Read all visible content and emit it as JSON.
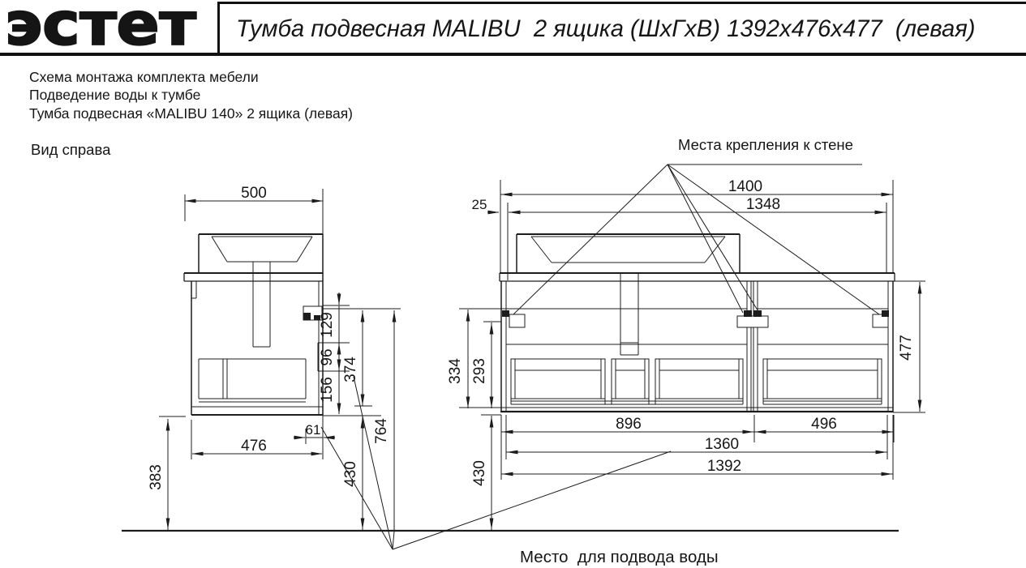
{
  "header": {
    "logo": "эстет",
    "title": "Тумба подвесная MALIBU  2 ящика (ШхГхВ) 1392х476х477  (левая)"
  },
  "notes": {
    "line1": "Схема монтажа комплекта мебели",
    "line2": "Подведение воды к тумбе",
    "line3": "Тумба подвесная «MALIBU 140» 2 ящика (левая)"
  },
  "labels": {
    "side_view": "Вид справа",
    "wall_mount": "Места крепления к стене",
    "water_supply": "Место  для подвода воды"
  },
  "dims": {
    "side": {
      "top_width": "500",
      "depth": "476",
      "front_offset": "61",
      "floor_back": "383",
      "bracket_drop": "129",
      "groove": "96",
      "lower": "156",
      "body": "374",
      "floor_to_top": "764",
      "floor_to_bottom": "430"
    },
    "front": {
      "countertop_width": "1400",
      "overhang": "25",
      "inner_width_top": "1348",
      "bracket_height": "334",
      "inner_height": "293",
      "cabinet_height": "477",
      "left_section": "896",
      "right_section": "496",
      "inner_width": "1360",
      "total_width": "1392",
      "floor_to_bottom": "430"
    }
  }
}
